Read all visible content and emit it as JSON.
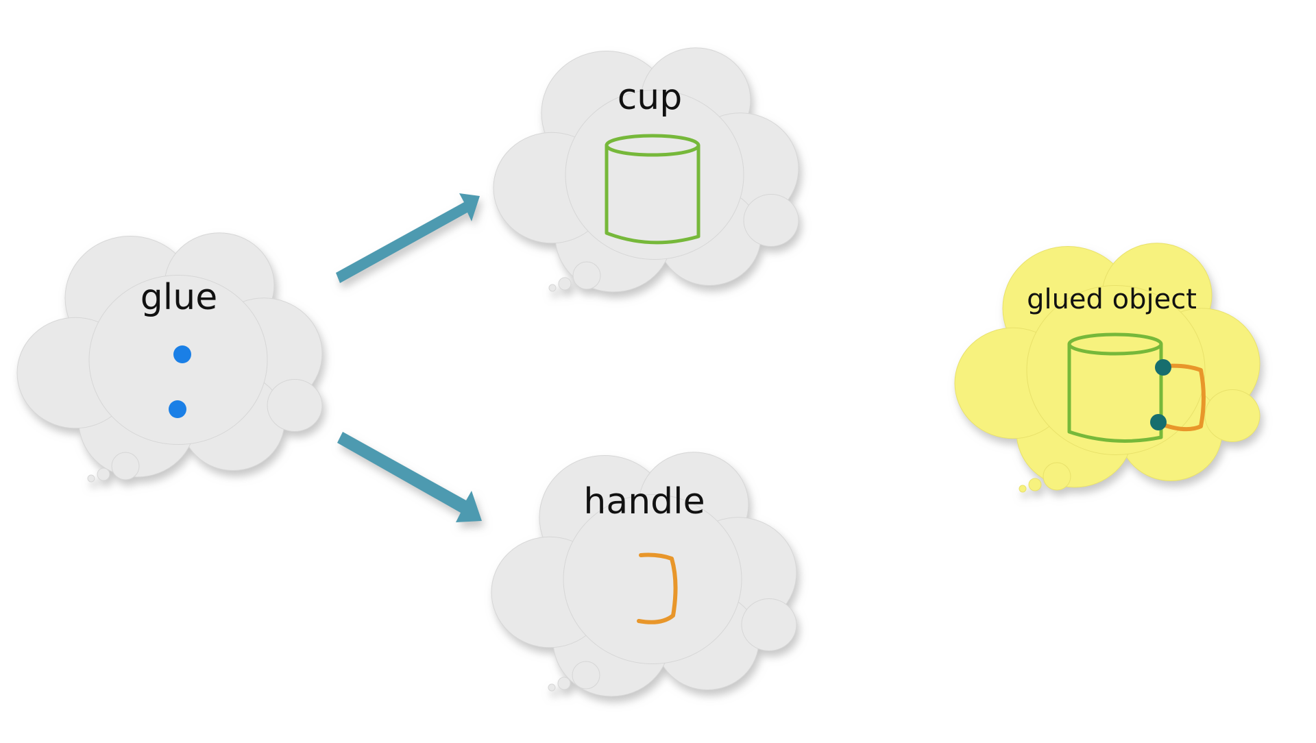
{
  "labels": {
    "glue": "glue",
    "cup": "cup",
    "handle": "handle",
    "glued_object": "glued object"
  },
  "colors": {
    "cloud_fill": "#e9e9e9",
    "cloud_shadow": "#b8b8b8",
    "glued_cloud_fill": "#f7f27e",
    "arrow": "#4d9ab0",
    "cup_stroke": "#76b83a",
    "handle_stroke": "#e8962a",
    "glue_dot": "#1a7fe6",
    "joint_dot": "#176e6e"
  },
  "icons": [
    "thought-cloud",
    "arrow",
    "cup-outline",
    "handle-outline",
    "glue-dot",
    "joint-dot"
  ]
}
